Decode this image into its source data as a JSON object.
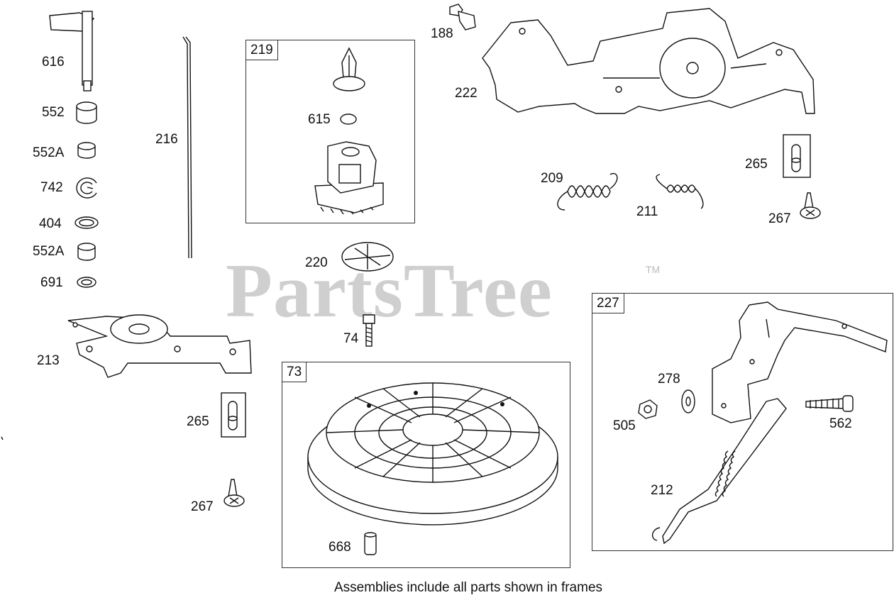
{
  "watermark": {
    "text": "PartsTree",
    "trademark": "TM"
  },
  "caption": "Assemblies include all parts shown in frames",
  "frames": {
    "f219": "219",
    "f73": "73",
    "f227": "227"
  },
  "labels": {
    "l616": "616",
    "l552": "552",
    "l552a_1": "552A",
    "l742": "742",
    "l404": "404",
    "l552a_2": "552A",
    "l691": "691",
    "l216": "216",
    "l213": "213",
    "l265_left": "265",
    "l267_left": "267",
    "l615": "615",
    "l220": "220",
    "l74": "74",
    "l668": "668",
    "l188": "188",
    "l222": "222",
    "l209": "209",
    "l211": "211",
    "l265_right": "265",
    "l267_right": "267",
    "l278": "278",
    "l505": "505",
    "l562": "562",
    "l212": "212"
  }
}
